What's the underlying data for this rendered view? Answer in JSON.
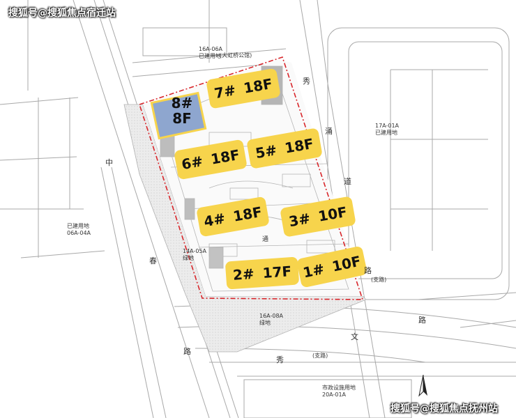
{
  "watermarks": {
    "top_left": "搜狐号@搜狐焦点宿迁站",
    "bottom_right": "搜狐号@搜狐焦点抚州站"
  },
  "buildings": [
    {
      "id": "8",
      "number": "8#",
      "floors": "8F"
    },
    {
      "id": "7",
      "number": "7#",
      "floors": "18F"
    },
    {
      "id": "6",
      "number": "6#",
      "floors": "18F"
    },
    {
      "id": "5",
      "number": "5#",
      "floors": "18F"
    },
    {
      "id": "4",
      "number": "4#",
      "floors": "18F"
    },
    {
      "id": "3",
      "number": "3#",
      "floors": "10F"
    },
    {
      "id": "2",
      "number": "2#",
      "floors": "17F"
    },
    {
      "id": "1",
      "number": "1#",
      "floors": "10F"
    }
  ],
  "parcels": {
    "north": {
      "code": "16A-06A",
      "status": "已建用地",
      "name": "(大虹桥公馆)"
    },
    "east": {
      "code": "17A-01A",
      "status": "已建用地"
    },
    "west": {
      "status": "已建用地",
      "code": "06A-04A"
    },
    "green": {
      "code": "14A-05A",
      "use": "绿地"
    },
    "south": {
      "code": "16A-08A",
      "use": "绿地"
    },
    "southeast": {
      "use": "市政设施用地",
      "code": "20A-01A"
    }
  },
  "roads": {
    "west_road": [
      "中",
      "春",
      "路"
    ],
    "east_road": [
      "秀",
      "涌",
      "道",
      "路"
    ],
    "south_road": [
      "秀",
      "文",
      "路"
    ],
    "south_branch": "(支路)",
    "east_branch": "(支路)",
    "interior": "通"
  },
  "colors": {
    "highlight": "#f7d44c",
    "building_8": "#8ea6cf",
    "boundary": "#d8262b",
    "line": "#9a9a9a"
  },
  "north_arrow_icon": "north-arrow-icon"
}
